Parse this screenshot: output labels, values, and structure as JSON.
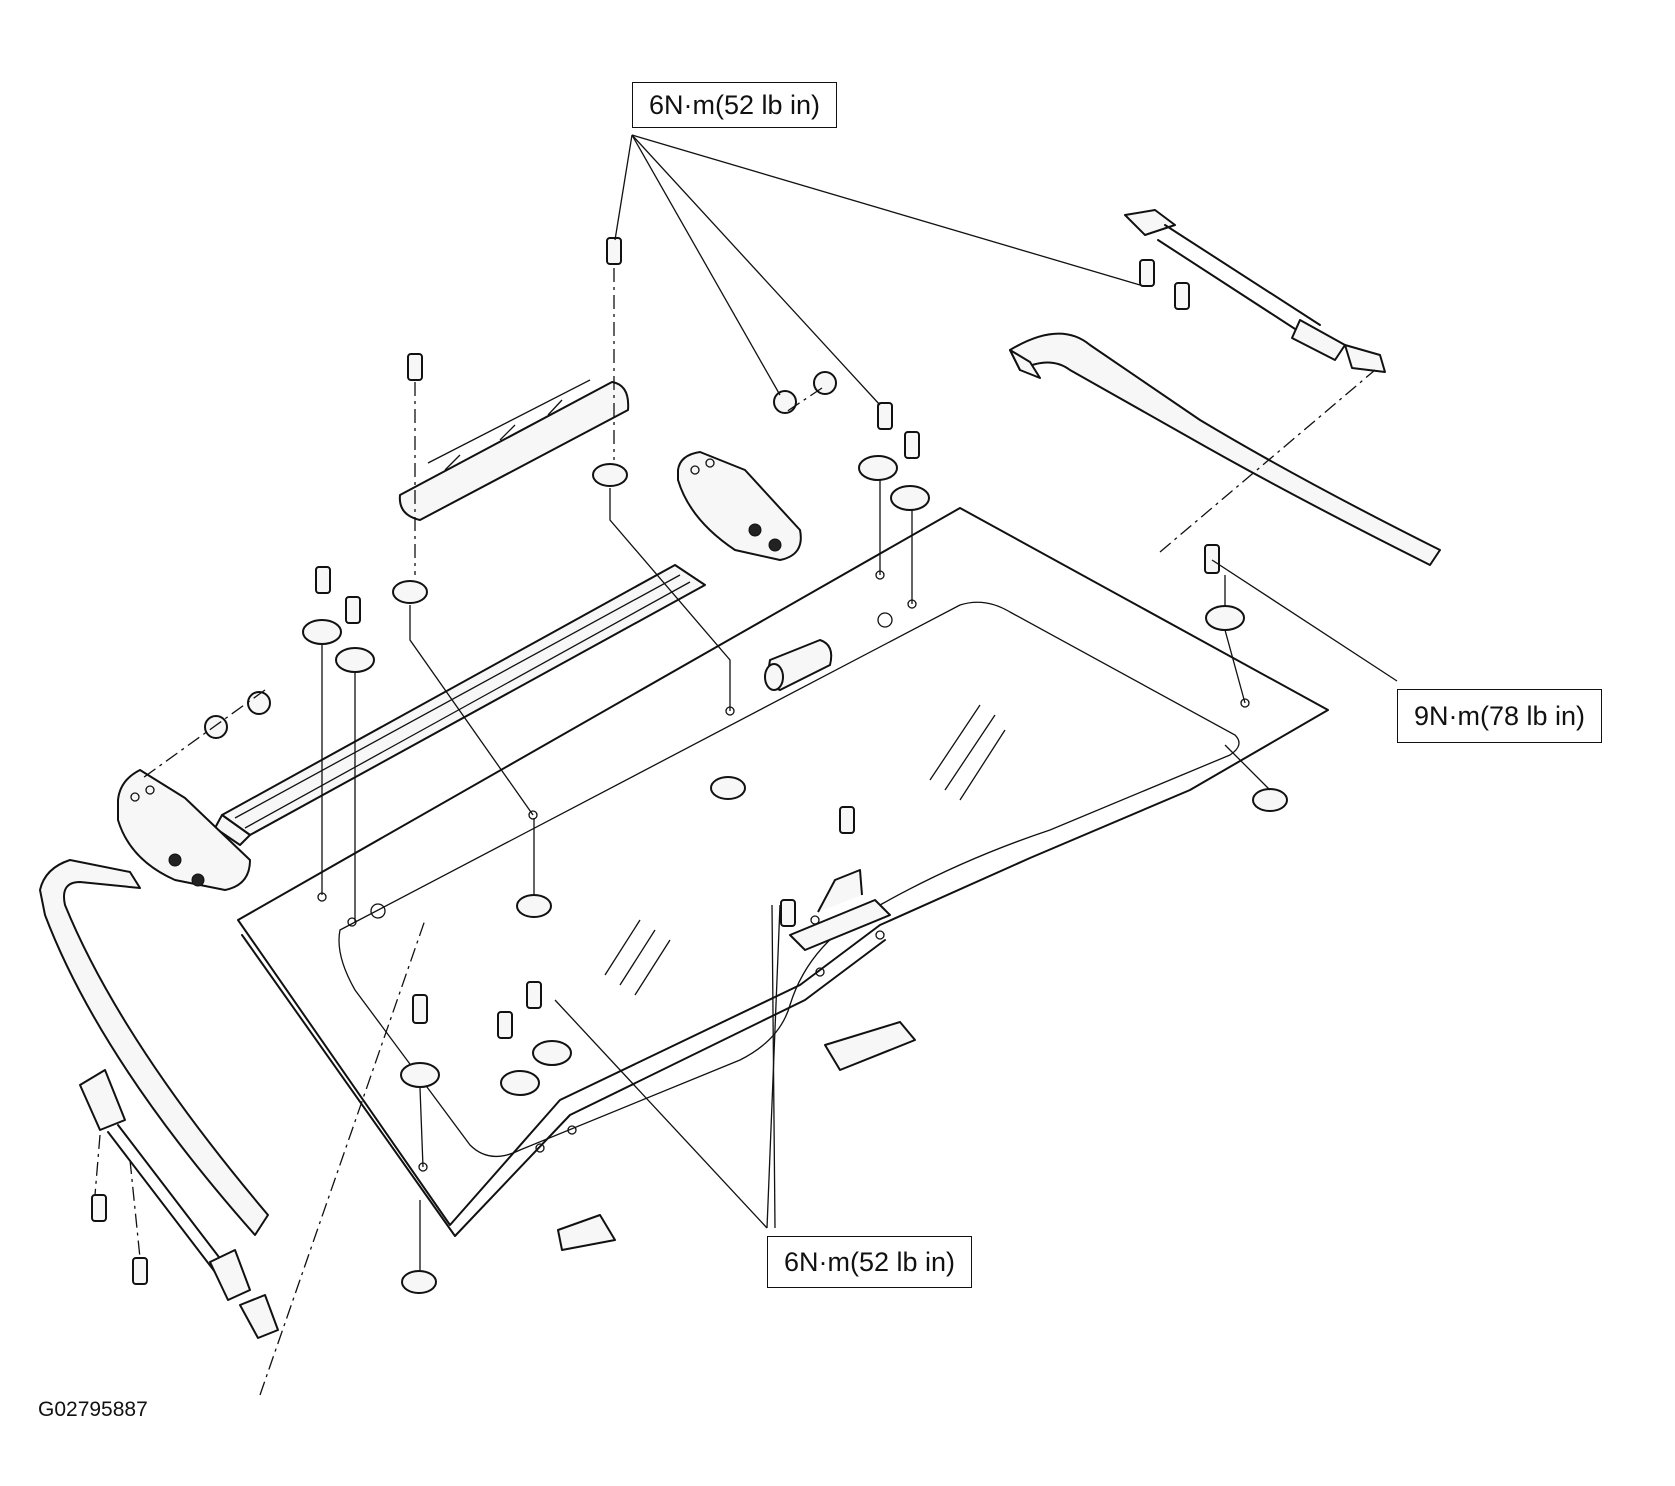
{
  "callouts": {
    "torque_top": "6N·m(52 lb in)",
    "torque_right": "9N·m(78 lb in)",
    "torque_bottom": "6N·m(52 lb in)"
  },
  "figure_id": "G02795887"
}
